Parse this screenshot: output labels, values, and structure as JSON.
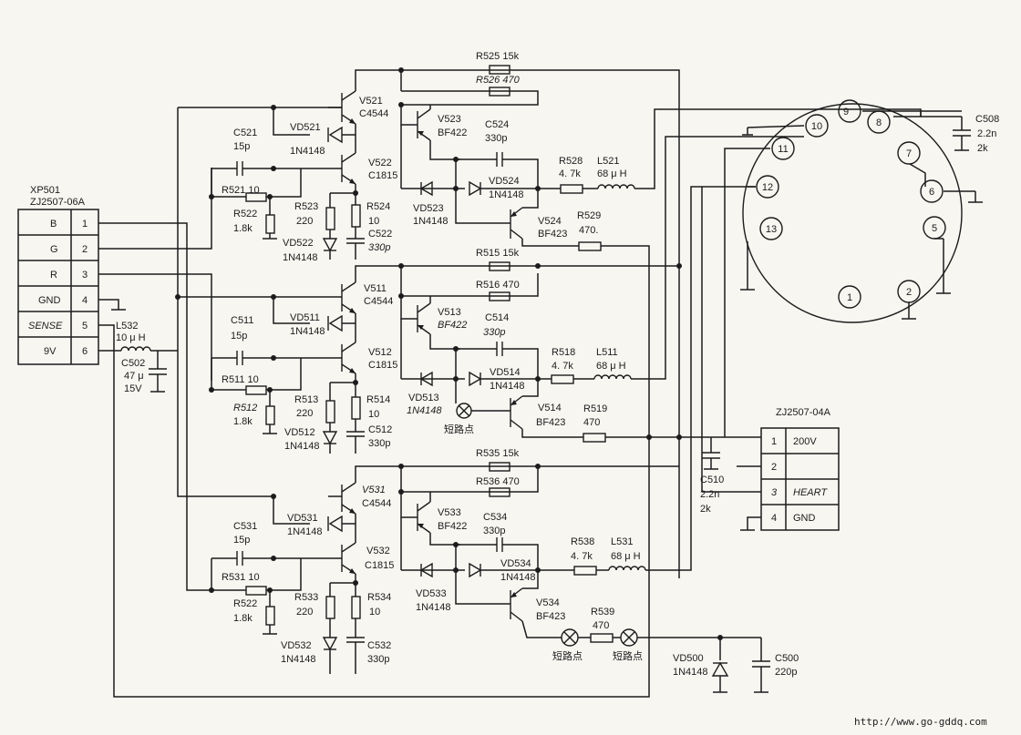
{
  "connector_left": {
    "ref": "XP501",
    "part": "ZJ2507-06A",
    "pins": [
      {
        "name": "B",
        "num": "1"
      },
      {
        "name": "G",
        "num": "2"
      },
      {
        "name": "R",
        "num": "3"
      },
      {
        "name": "GND",
        "num": "4"
      },
      {
        "name": "SENSE",
        "num": "5"
      },
      {
        "name": "9V",
        "num": "6"
      }
    ]
  },
  "connector_right": {
    "part": "ZJ2507-04A",
    "pins": [
      {
        "num": "1",
        "name": "200V"
      },
      {
        "num": "2",
        "name": ""
      },
      {
        "num": "3",
        "name": "HEART"
      },
      {
        "num": "4",
        "name": "GND"
      }
    ]
  },
  "socket_pins": [
    "1",
    "2",
    "5",
    "6",
    "7",
    "8",
    "9",
    "10",
    "11",
    "12",
    "13"
  ],
  "power": {
    "l532": [
      "L532",
      "10 μ H"
    ],
    "c502": [
      "C502",
      "47 μ",
      "15V"
    ],
    "c508": [
      "C508",
      "2.2n",
      "2k"
    ],
    "c510": [
      "C510",
      "2.2n",
      "2k"
    ],
    "vd500": [
      "VD500",
      "1N4148"
    ],
    "c500": [
      "C500",
      "220p"
    ]
  },
  "ch_b": {
    "r525": "R525 15k",
    "r526": "R526 470",
    "v521": [
      "V521",
      "C4544"
    ],
    "vd521": [
      "VD521",
      "1N4148"
    ],
    "c521": [
      "C521",
      "15p"
    ],
    "v522": [
      "V522",
      "C1815"
    ],
    "r521": "R521 10",
    "r522": [
      "R522",
      "1.8k"
    ],
    "r523": [
      "R523",
      "220"
    ],
    "r524": [
      "R524",
      "10"
    ],
    "c522": [
      "C522",
      "330p"
    ],
    "vd522": [
      "VD522",
      "1N4148"
    ],
    "v523": [
      "V523",
      "BF422"
    ],
    "c524": [
      "C524",
      "330p"
    ],
    "r528": [
      "R528",
      "4. 7k"
    ],
    "l521": [
      "L521",
      "68 μ H"
    ],
    "vd524": [
      "VD524",
      "1N4148"
    ],
    "vd523": [
      "VD523",
      "1N4148"
    ],
    "v524": [
      "V524",
      "BF423"
    ],
    "r529": [
      "R529",
      "470."
    ]
  },
  "ch_g": {
    "r515": "R515 15k",
    "r516": "R516 470",
    "v511": [
      "V511",
      "C4544"
    ],
    "vd511": [
      "VD511",
      "1N4148"
    ],
    "c511": [
      "C511",
      "15p"
    ],
    "v512": [
      "V512",
      "C1815"
    ],
    "r511": "R511 10",
    "r512": [
      "R512",
      "1.8k"
    ],
    "r513": [
      "R513",
      "220"
    ],
    "r514": [
      "R514",
      "10"
    ],
    "c512": [
      "C512",
      "330p"
    ],
    "vd512": [
      "VD512",
      "1N4148"
    ],
    "v513": [
      "V513",
      "BF422"
    ],
    "c514": [
      "C514",
      "330p"
    ],
    "r518": [
      "R518",
      "4. 7k"
    ],
    "l511": [
      "L511",
      "68 μ H"
    ],
    "vd514": [
      "VD514",
      "1N4148"
    ],
    "vd513": [
      "VD513",
      "1N4148"
    ],
    "v514": [
      "V514",
      "BF423"
    ],
    "r519": [
      "R519",
      "470"
    ],
    "short": "短路点"
  },
  "ch_r": {
    "r535": "R535 15k",
    "r536": "R536 470",
    "v531": [
      "V531",
      "C4544"
    ],
    "vd531": [
      "VD531",
      "1N4148"
    ],
    "c531": [
      "C531",
      "15p"
    ],
    "v532": [
      "V532",
      "C1815"
    ],
    "r531": "R531 10",
    "r522b": [
      "R522",
      "1.8k"
    ],
    "r533": [
      "R533",
      "220"
    ],
    "r534": [
      "R534",
      "10"
    ],
    "c532": [
      "C532",
      "330p"
    ],
    "vd532": [
      "VD532",
      "1N4148"
    ],
    "v533": [
      "V533",
      "BF422"
    ],
    "c534": [
      "C534",
      "330p"
    ],
    "r538": [
      "R538",
      "4. 7k"
    ],
    "l531": [
      "L531",
      "68 μ H"
    ],
    "vd534": [
      "VD534",
      "1N4148"
    ],
    "vd533": [
      "VD533",
      "1N4148"
    ],
    "v534": [
      "V534",
      "BF423"
    ],
    "r539": [
      "R539",
      "470"
    ],
    "short1": "短路点",
    "short2": "短路点"
  },
  "watermark": "http://www.go-gddq.com"
}
